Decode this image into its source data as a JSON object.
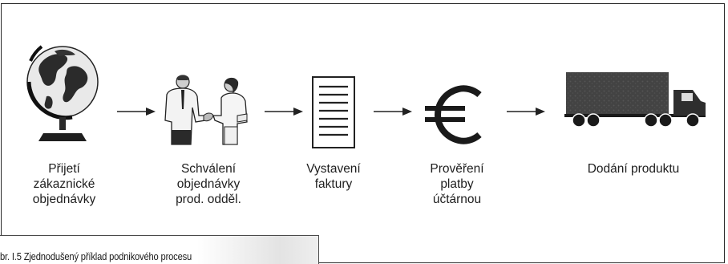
{
  "steps": [
    {
      "icon": "globe-icon",
      "label_lines": [
        "Přijetí",
        "zákaznické",
        "objednávky"
      ]
    },
    {
      "icon": "handshake-icon",
      "label_lines": [
        "Schválení",
        "objednávky",
        "prod. odděl."
      ]
    },
    {
      "icon": "document-icon",
      "label_lines": [
        "Vystavení",
        "faktury"
      ]
    },
    {
      "icon": "euro-icon",
      "label_lines": [
        "Prověření",
        "platby",
        "účtárnou"
      ]
    },
    {
      "icon": "truck-icon",
      "label_lines": [
        "Dodání produktu"
      ]
    }
  ],
  "caption": "br. I.5  Zjednodušený příklad podnikového procesu"
}
